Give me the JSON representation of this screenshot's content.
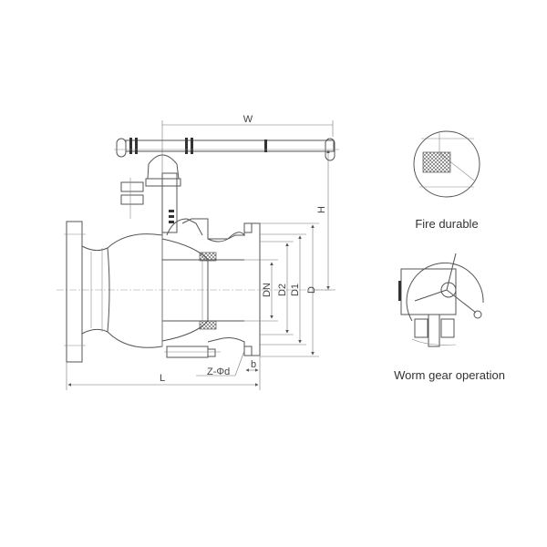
{
  "dimensions": {
    "W": "W",
    "H": "H",
    "DN": "DN",
    "D2": "D2",
    "D1": "D1",
    "D": "D",
    "L": "L",
    "b": "b",
    "Z_phi_d": "Z-Φd"
  },
  "details": [
    {
      "caption": "Fire durable"
    },
    {
      "caption": "Worm gear operation"
    }
  ]
}
